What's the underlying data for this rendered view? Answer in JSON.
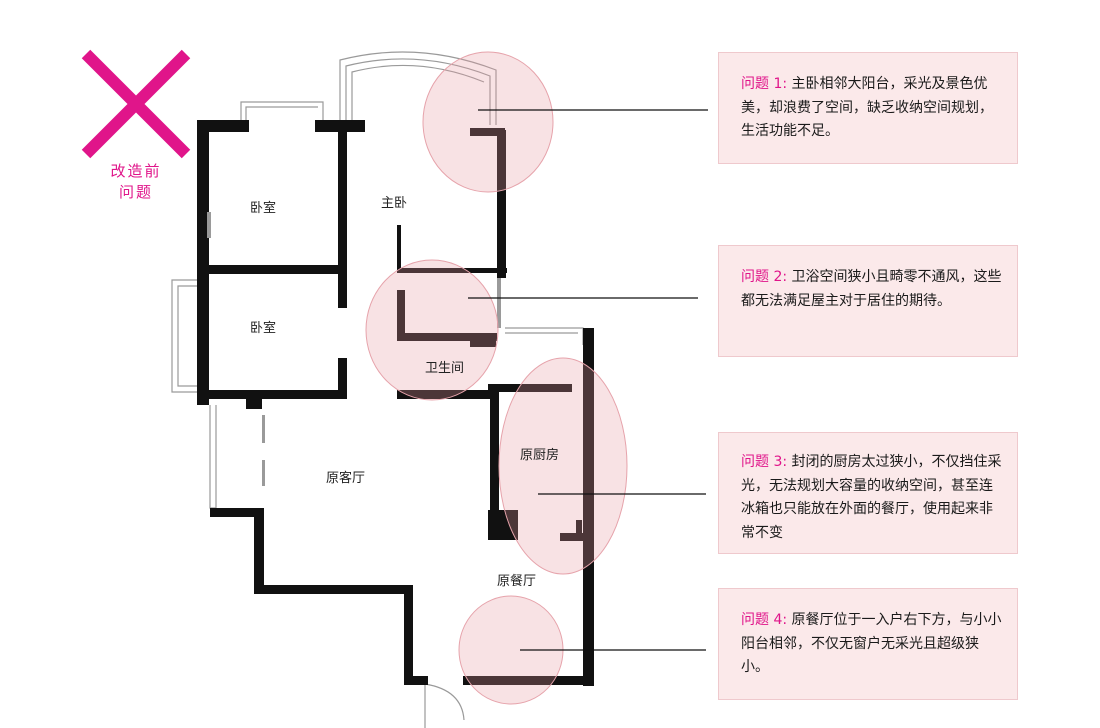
{
  "badge": {
    "label_line1": "改造前",
    "label_line2": "问题",
    "mark_color": "#e0158a"
  },
  "rooms": {
    "bedroom_top": "卧室",
    "master": "主卧",
    "bedroom_mid": "卧室",
    "bathroom": "卫生间",
    "living": "原客厅",
    "kitchen": "原厨房",
    "dining": "原餐厅"
  },
  "issues": [
    {
      "tag": "问题 1:",
      "text": "主卧相邻大阳台，采光及景色优美，却浪费了空间，缺乏收纳空间规划，生活功能不足。"
    },
    {
      "tag": "问题 2:",
      "text": "卫浴空间狭小且畸零不通风，这些都无法满足屋主对于居住的期待。"
    },
    {
      "tag": "问题 3:",
      "text": "封闭的厨房太过狭小，不仅挡住采光，无法规划大容量的收纳空间，甚至连冰箱也只能放在外面的餐厅，使用起来非常不变"
    },
    {
      "tag": "问题 4:",
      "text": "原餐厅位于一入户右下方，与小小阳台相邻，不仅无窗户无采光且超级狭小。"
    }
  ],
  "colors": {
    "accent": "#e0158a",
    "box_bg": "#fbe9ea",
    "highlight": "#f3cfd2",
    "wall": "#111111"
  }
}
